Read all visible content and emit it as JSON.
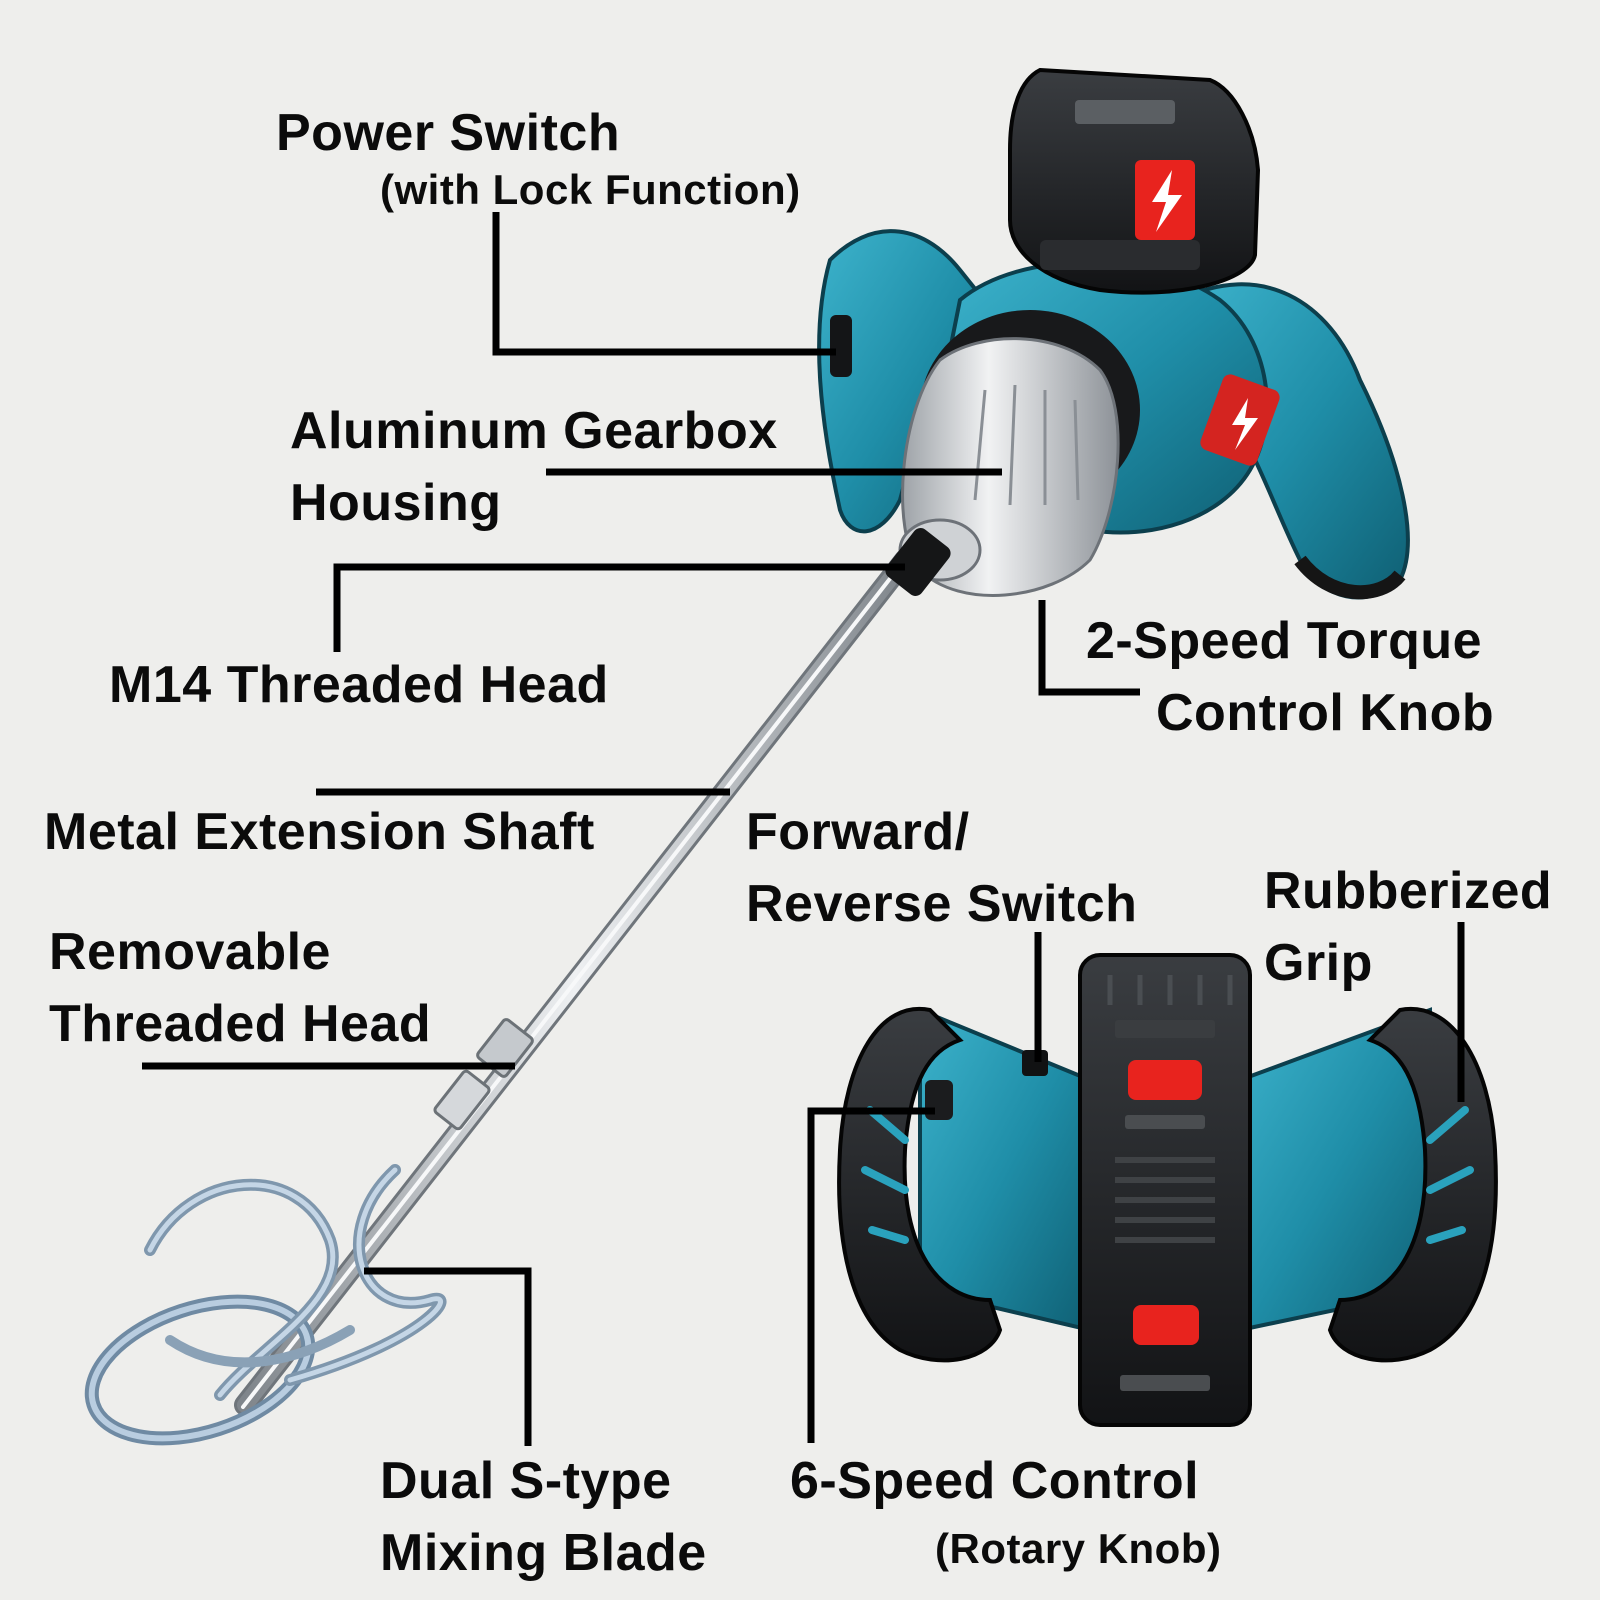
{
  "labels": {
    "power_switch": {
      "title": "Power Switch",
      "subtitle": "(with Lock Function)"
    },
    "gearbox": {
      "line1": "Aluminum Gearbox",
      "line2": "Housing"
    },
    "m14_head": {
      "text": "M14 Threaded Head"
    },
    "torque_knob": {
      "line1": "2-Speed Torque",
      "line2": "Control Knob"
    },
    "extension_shaft": {
      "text": "Metal Extension Shaft"
    },
    "fr_switch": {
      "line1": "Forward/",
      "line2": "Reverse Switch"
    },
    "rubber_grip": {
      "line1": "Rubberized",
      "line2": "Grip"
    },
    "removable_head": {
      "line1": "Removable",
      "line2": "Threaded Head"
    },
    "mixing_blade": {
      "line1": "Dual S-type",
      "line2": "Mixing Blade"
    },
    "speed_control": {
      "title": "6-Speed Control",
      "subtitle": "(Rotary Knob)"
    }
  },
  "colors": {
    "background": "#eeeeec",
    "tool_teal": "#1f8ea8",
    "tool_black": "#1a1c1e",
    "battery_red": "#e8231e",
    "aluminum": "#c9ccd0",
    "callout_line": "#000000"
  },
  "icons": {
    "battery_bolt": "lightning-bolt-icon",
    "vent_grille": "vent-grille-icon"
  }
}
